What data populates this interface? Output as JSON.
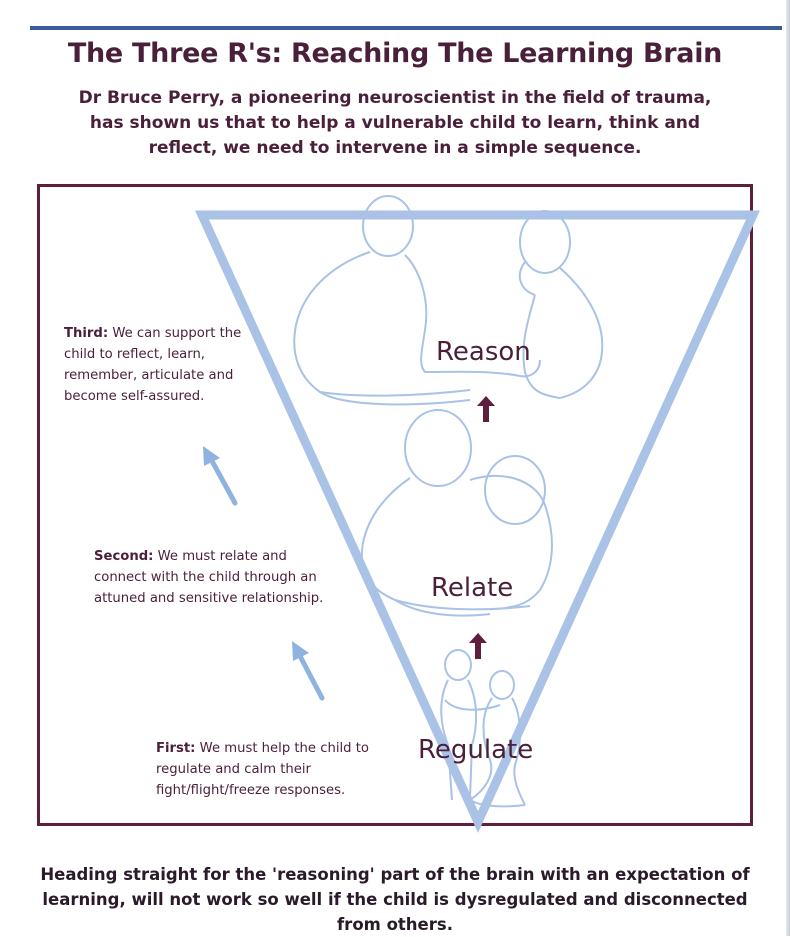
{
  "title": "The Three R's: Reaching The Learning Brain",
  "subtitle": "Dr Bruce Perry, a pioneering neuroscientist in the field of trauma, has shown us that to help a vulnerable child to learn, think and reflect, we need to intervene in a simple sequence.",
  "stages": {
    "reason": "Reason",
    "relate": "Relate",
    "regulate": "Regulate"
  },
  "notes": {
    "third": {
      "lead": "Third:",
      "text": "We can support the child to reflect, learn, remember, articulate and become self-assured."
    },
    "second": {
      "lead": "Second:",
      "text": "We must relate and connect with the child through an attuned and sensitive relationship."
    },
    "first": {
      "lead": "First:",
      "text": "We must help the child to regulate and calm their fight/flight/freeze responses."
    }
  },
  "footer": "Heading straight for the 'reasoning' part of the brain with an expectation of learning, will not work so well if the child is dysregulated and disconnected from others.",
  "colors": {
    "heading": "#4a1f3a",
    "frame": "#5e1e3c",
    "triangle": "#a9c2e6",
    "figure_outline": "#a9c2e6",
    "up_arrow": "#5e1e3c",
    "side_arrow": "#8fb3df",
    "top_rule": "#3b5a9a"
  },
  "icons": [
    "up-arrow-icon",
    "diagonal-arrow-icon",
    "person-figure-icon"
  ]
}
